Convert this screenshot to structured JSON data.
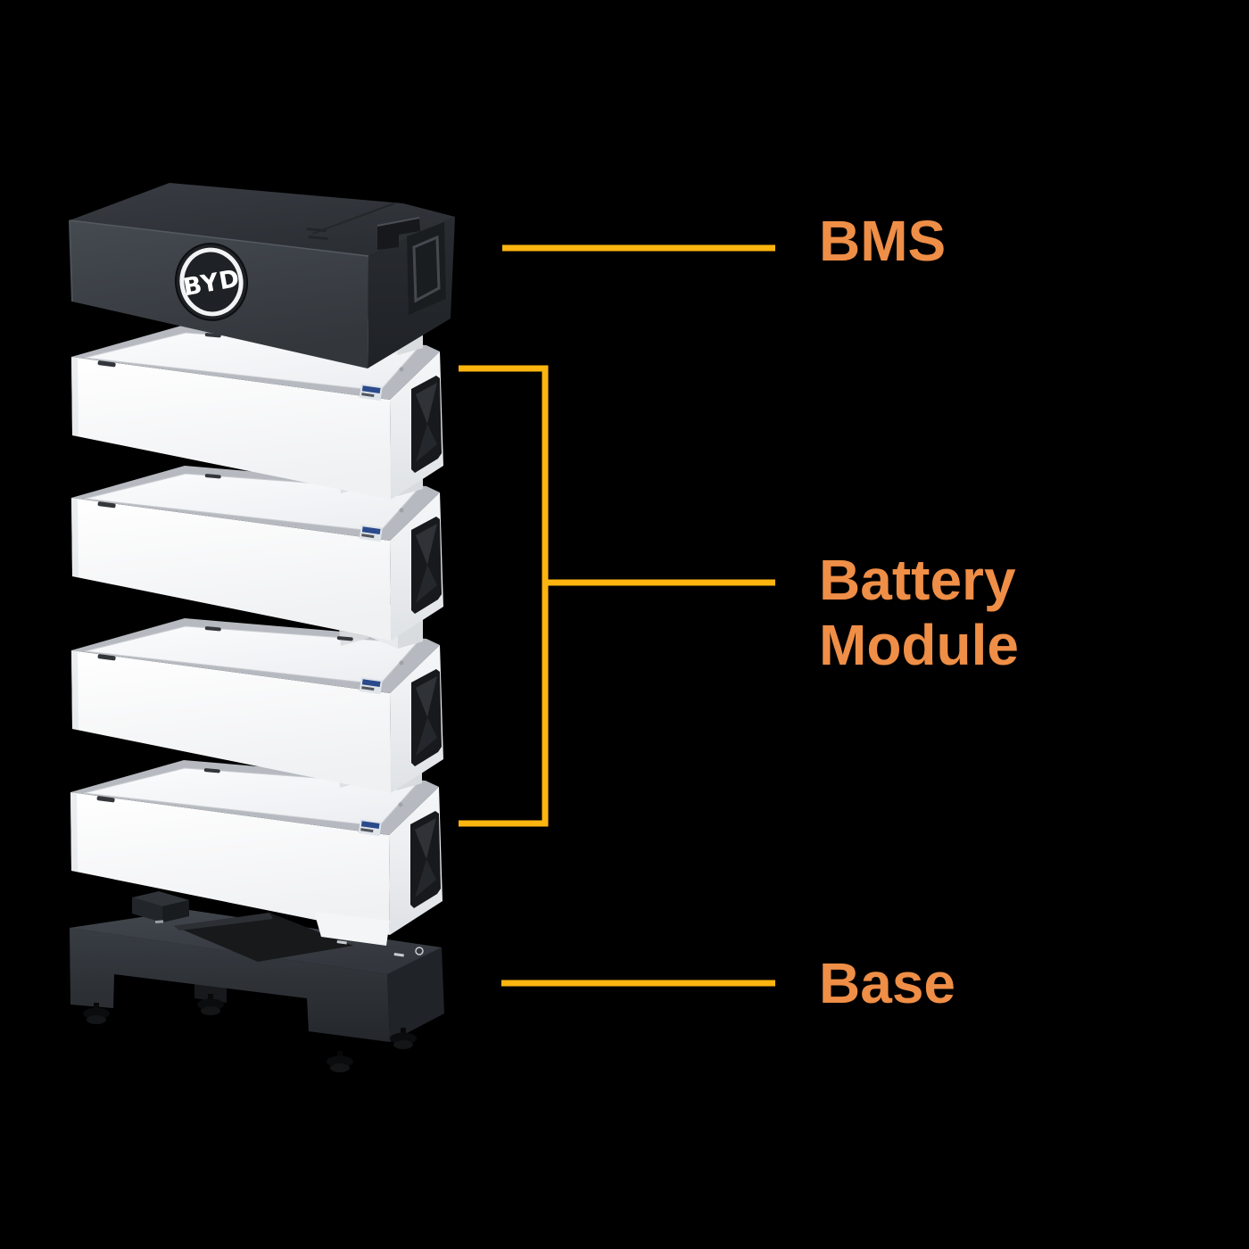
{
  "scene": {
    "background": "#000000"
  },
  "palette": {
    "callout_line": "#feb510",
    "label_text": "#ef8e46",
    "module_white": "#f8f9fa",
    "module_rim": "#b6bac0",
    "module_side": "#e6e9ec",
    "handle_dark": "#17191c",
    "bms_front": "#3d424a",
    "bms_top": "#30343a",
    "bms_side": "#24272c",
    "base_top": "#3c4148",
    "base_front": "#2e3238",
    "base_side": "#202327",
    "logo_ring": "#f2f3f4",
    "id_label_blue": "#2b4a8c"
  },
  "product": {
    "brand": "BYD"
  },
  "diagram": {
    "battery_module_count": 4
  },
  "labels": {
    "bms": "BMS",
    "battery_module": "Battery Module",
    "base": "Base"
  }
}
